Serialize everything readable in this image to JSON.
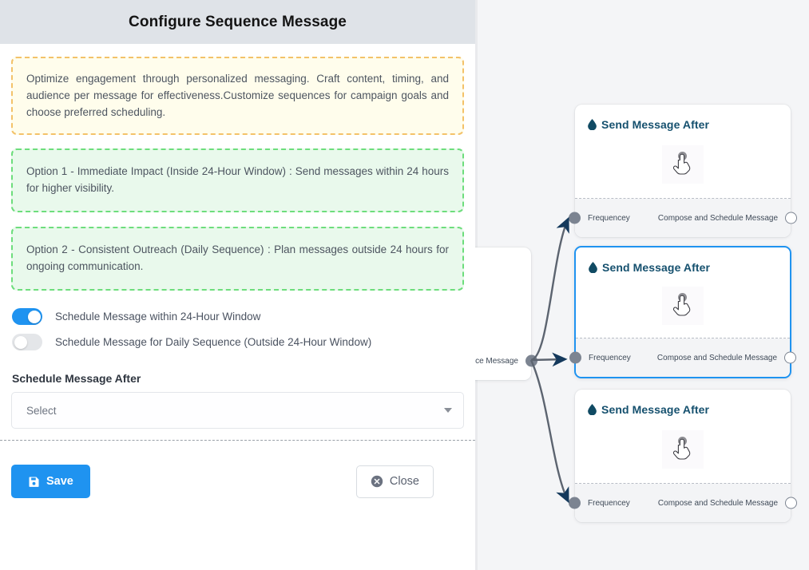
{
  "panel": {
    "title": "Configure Sequence Message",
    "notes": [
      {
        "id": "intro-note",
        "tone": "warning",
        "text": "Optimize engagement through personalized messaging. Craft content, timing, and audience per message for effectiveness.Customize sequences for campaign goals and choose preferred scheduling."
      },
      {
        "id": "option-1-note",
        "tone": "success",
        "text": "Option 1 - Immediate Impact (Inside 24-Hour Window) : Send messages within 24 hours for higher visibility."
      },
      {
        "id": "option-2-note",
        "tone": "success",
        "text": "Option 2 - Consistent Outreach (Daily Sequence) : Plan messages outside 24 hours for ongoing communication."
      }
    ],
    "toggles": [
      {
        "label": "Schedule Message within 24-Hour Window",
        "state": "on"
      },
      {
        "label": "Schedule Message for Daily Sequence (Outside 24-Hour Window)",
        "state": "off"
      }
    ],
    "schedule_after": {
      "label": "Schedule Message After",
      "value": "Select",
      "placeholder": "Select"
    },
    "footer": {
      "save_label": "Save",
      "save_icon": "floppy-disk-icon",
      "close_label": "Close",
      "close_icon": "circle-x-icon"
    }
  },
  "canvas": {
    "nodes": [
      {
        "id": "node-top",
        "title": "Send Message After",
        "icon": "water-drop-icon",
        "body_icon": "pointing-hand-cursor-icon",
        "in_port_label": "Frequencey",
        "out_port_label": "Compose and Schedule Message",
        "selected": false
      },
      {
        "id": "node-middle",
        "title": "Send Message After",
        "icon": "water-drop-icon",
        "body_icon": "pointing-hand-cursor-icon",
        "in_port_label": "Frequencey",
        "out_port_label": "Compose and Schedule Message",
        "selected": true
      },
      {
        "id": "node-bottom",
        "title": "Send Message After",
        "icon": "water-drop-icon",
        "body_icon": "pointing-hand-cursor-icon",
        "in_port_label": "Frequencey",
        "out_port_label": "Compose and Schedule Message",
        "selected": false
      }
    ],
    "partial_node": {
      "id": "node-source-partial",
      "out_port_label": "ce Message"
    }
  },
  "colors": {
    "accent_blue": "#1f93f0",
    "header_gray": "#dfe3e8",
    "canvas_gray": "#f4f5f7",
    "note_warning_border": "#f3c269",
    "note_warning_bg": "#fffdec",
    "note_success_border": "#6ddd7c",
    "note_success_bg": "#e9f9ec",
    "node_title": "#15506e",
    "edge_stroke": "#5c6470",
    "port_gray": "#7c8491"
  }
}
